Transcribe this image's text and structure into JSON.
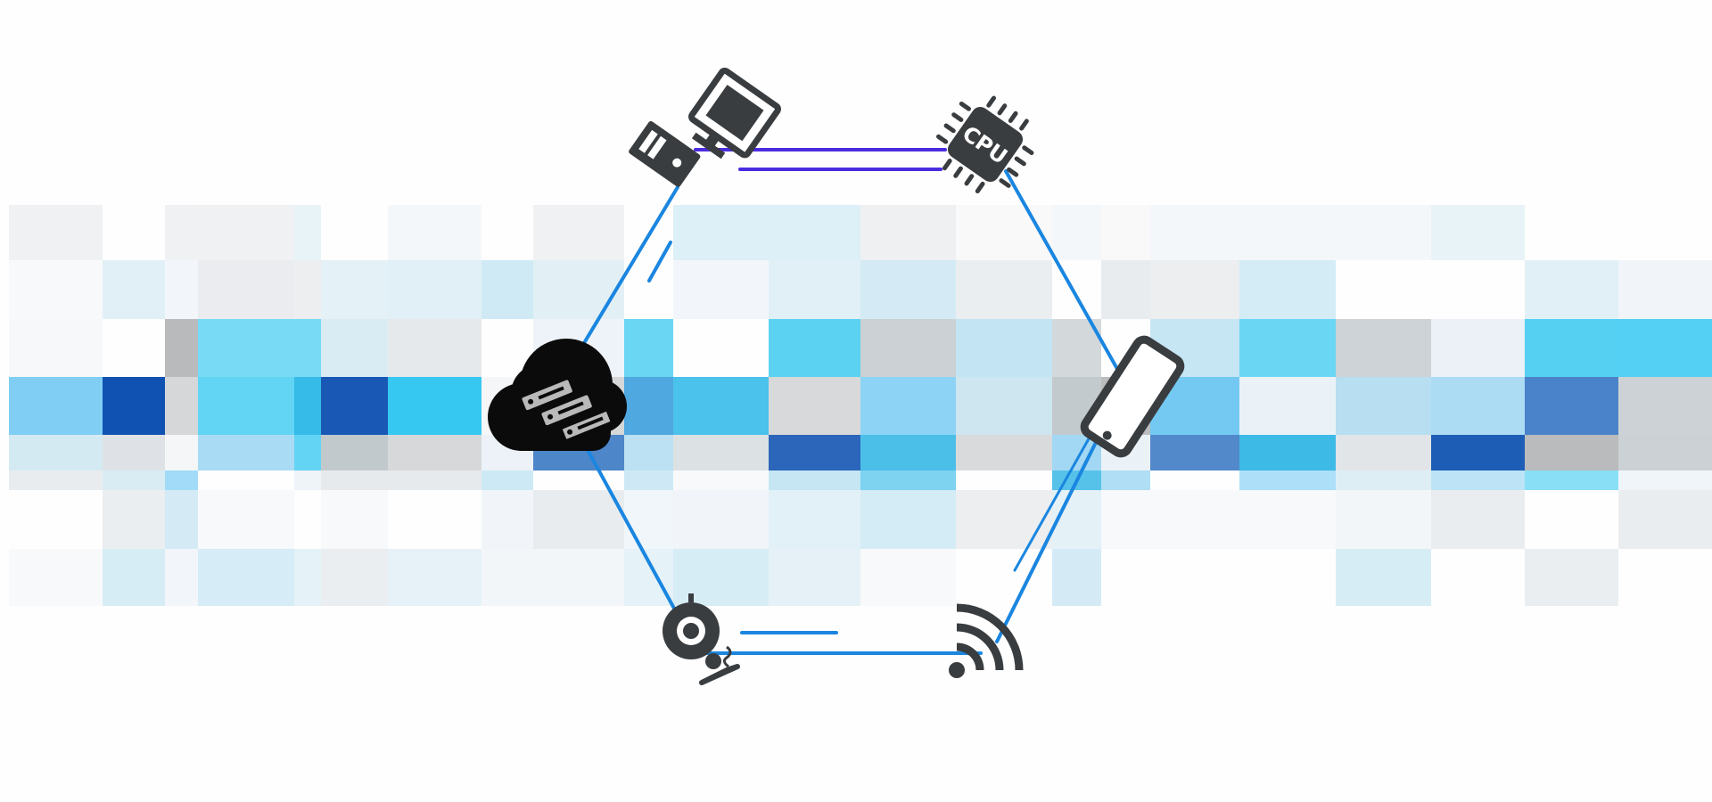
{
  "colors": {
    "background": "#fefefe",
    "line_blue": "#1a86e0",
    "line_violet": "#4b2be0",
    "icon_dark": "#3a3d40",
    "icon_black": "#0b0b0b",
    "mosaic_palette": [
      "#f2f4f6",
      "#e6eef5",
      "#d9dee2",
      "#c9e4ef",
      "#a9d9ee",
      "#8fd0f0",
      "#6ec7f2",
      "#30c6f0",
      "#22b4e6",
      "#0aa7e0",
      "#1d8fd6",
      "#2c6fc0",
      "#0b4fb0",
      "#a7aaab",
      "#bcc4c8",
      "#d1d3d4"
    ]
  },
  "nodes": [
    {
      "id": "computer",
      "icon": "desktop-computer-icon"
    },
    {
      "id": "cpu",
      "icon": "cpu-chip-icon",
      "label": "CPU"
    },
    {
      "id": "phone",
      "icon": "smartphone-icon"
    },
    {
      "id": "wifi",
      "icon": "wifi-signal-icon"
    },
    {
      "id": "webcam",
      "icon": "webcam-icon"
    },
    {
      "id": "cloud",
      "icon": "cloud-server-icon"
    }
  ],
  "links": [
    {
      "from": "computer",
      "to": "cpu",
      "color": "violet"
    },
    {
      "from": "cpu",
      "to": "phone",
      "color": "blue"
    },
    {
      "from": "phone",
      "to": "wifi",
      "color": "blue"
    },
    {
      "from": "wifi",
      "to": "webcam",
      "color": "blue"
    },
    {
      "from": "webcam",
      "to": "cloud",
      "color": "blue"
    },
    {
      "from": "cloud",
      "to": "computer",
      "color": "blue"
    }
  ]
}
